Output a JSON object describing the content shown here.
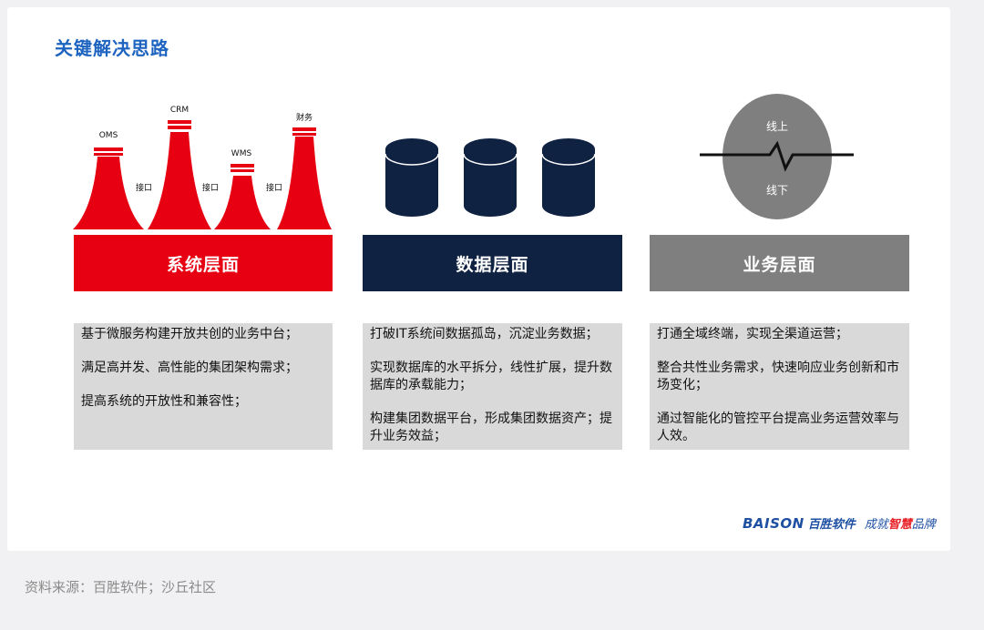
{
  "title": "关键解决思路",
  "columns": [
    {
      "name": "system",
      "label": "系统层面",
      "color": "#e60012",
      "items": [
        "基于微服务构建开放共创的业务中台；",
        "满足高并发、高性能的集团架构需求；",
        "提高系统的开放性和兼容性；"
      ]
    },
    {
      "name": "data",
      "label": "数据层面",
      "color": "#0f2241",
      "items": [
        "打破IT系统间数据孤岛，沉淀业务数据；",
        "实现数据库的水平拆分，线性扩展，提升数据库的承载能力；",
        "构建集团数据平台，形成集团数据资产；提升业务效益；"
      ]
    },
    {
      "name": "business",
      "label": "业务层面",
      "color": "#7f7f7f",
      "items": [
        "打通全域终端，实现全渠道运营；",
        "整合共性业务需求，快速响应业务创新和市场变化；",
        "通过智能化的管控平台提高业务运营效率与人效。"
      ]
    }
  ],
  "chimneys": {
    "labels": [
      "OMS",
      "CRM",
      "WMS",
      "财务"
    ],
    "interfaces": [
      "接口",
      "接口",
      "接口"
    ],
    "color": "#e60012"
  },
  "cylinders": {
    "count": 3,
    "color": "#0f2241"
  },
  "online_offline": {
    "top": "线上",
    "bottom": "线下",
    "color": "#7f7f7f"
  },
  "logo": {
    "brand": "BAISON",
    "cn": "百胜软件",
    "slogan_pre": "成就",
    "slogan_hl": "智慧",
    "slogan_post": "品牌"
  },
  "source": "资料来源：百胜软件；沙丘社区"
}
